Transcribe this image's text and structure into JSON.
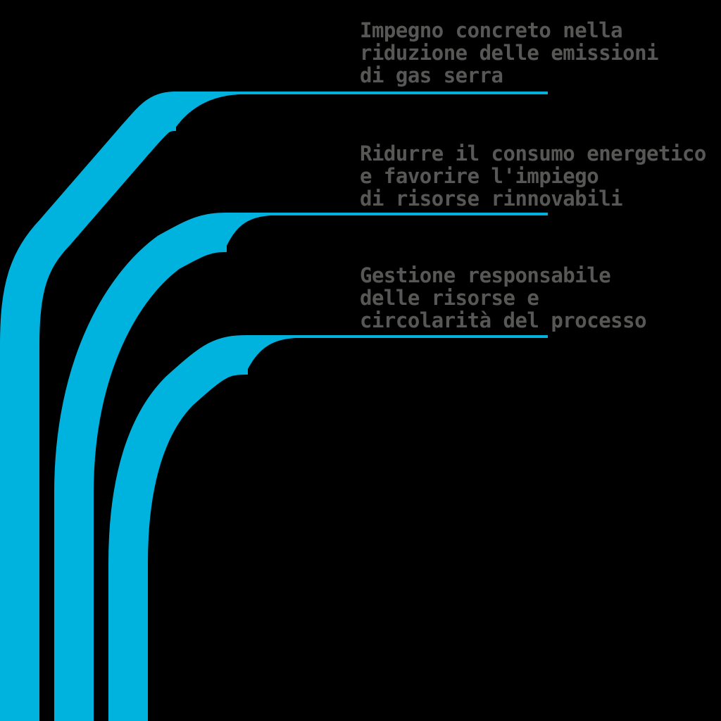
{
  "colors": {
    "background": "#000000",
    "accent": "#00B3DF",
    "label_text": "#575756"
  },
  "labels": [
    {
      "text": "Impegno concreto nella\nriduzione delle emissioni\ndi gas serra"
    },
    {
      "text": "Ridurre il consumo energetico\ne favorire l'impiego\ndi risorse rinnovabili"
    },
    {
      "text": "Gestione responsabile\ndelle risorse e\ncircolarità del processo"
    }
  ]
}
